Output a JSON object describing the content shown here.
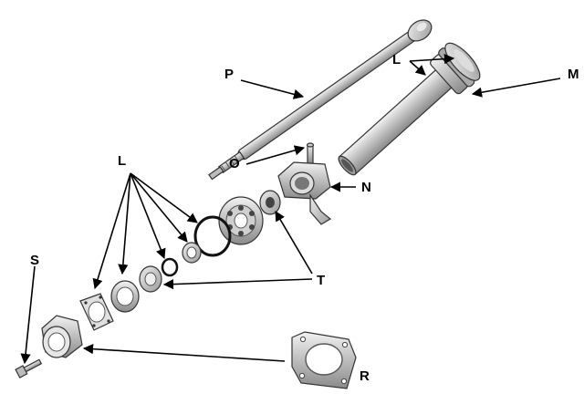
{
  "diagram": {
    "labels": {
      "P": "P",
      "L_top": "L",
      "M": "M",
      "O": "O",
      "N": "N",
      "L_left": "L",
      "T": "T",
      "S": "S",
      "R": "R"
    }
  }
}
